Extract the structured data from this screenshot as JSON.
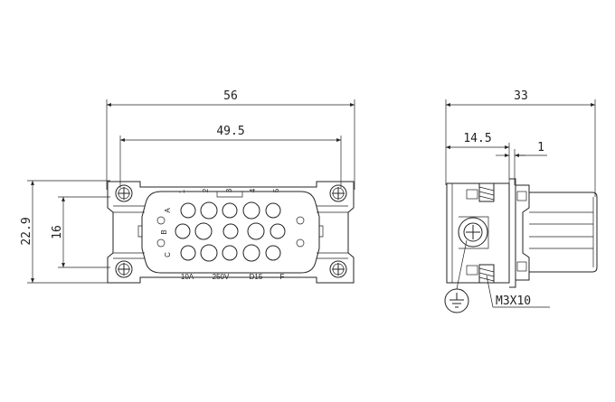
{
  "front_view": {
    "dims": {
      "overall_width": "56",
      "screw_pitch": "49.5",
      "overall_height": "22.9",
      "inner_height": "16"
    },
    "pin_numbers": [
      "1",
      "2",
      "3",
      "4",
      "5"
    ],
    "row_letters": [
      "A",
      "B",
      "C"
    ],
    "rating_labels": [
      "10A",
      "250V",
      "D15",
      "F"
    ]
  },
  "side_view": {
    "dims": {
      "depth": "33",
      "insert_depth": "14.5",
      "flange": "1"
    },
    "screw_callout": "M3X10"
  }
}
